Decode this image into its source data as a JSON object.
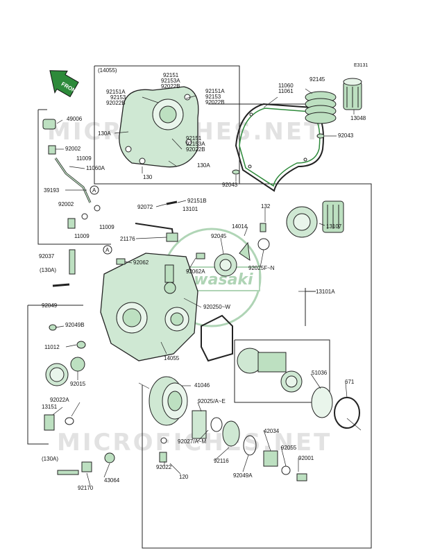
{
  "diagram_code": "E3131",
  "front_label": "FRONT",
  "watermark_text": "MICROFICHES.NET",
  "logo_text": "Kawasaki",
  "colors": {
    "part_green": "#2d8a3a",
    "outline": "#222222",
    "watermark": "#c8c8c8"
  },
  "labels": {
    "l14055_top": "(14055)",
    "l92151_a": "92151",
    "l92153A_a": "92153A",
    "l92022B_a": "92022B",
    "l92151A_left": "92151A",
    "l92153_left": "92153",
    "l92022B_left": "92022B",
    "l92151A_right": "92151A",
    "l92153_right": "92153",
    "l92022B_right": "92022B",
    "l130A_a": "130A",
    "l92151_b": "92151",
    "l92153A_b": "92153A",
    "l92022B_b": "92022B",
    "l130A_b": "130A",
    "l130": "130",
    "l11060": "11060",
    "l11061": "11061",
    "l92145": "92145",
    "l13048": "13048",
    "l92043_a": "92043",
    "l92043_b": "92043",
    "l49006": "49006",
    "l92002_a": "92002",
    "l11009_a": "11009",
    "l11060A": "11060A",
    "l39193": "39193",
    "lA_a": "A",
    "l92002_b": "92002",
    "l11009_b": "11009",
    "l11009_c": "11009",
    "l92072": "92072",
    "l92151B": "92151B",
    "l13101": "13101",
    "l132": "132",
    "l13107": "13107",
    "l14014": "14014",
    "l21176": "21176",
    "l92045": "92045",
    "l92025FN": "92025F~N",
    "lA_b": "A",
    "l92062": "92062",
    "l92062A": "92062A",
    "l92037": "92037",
    "l130A_c": "(130A)",
    "l13101A": "13101A",
    "l92049": "92049",
    "l92049B": "92049B",
    "l920250W": "920250~W",
    "l11012": "11012",
    "l14055": "14055",
    "l92015": "92015",
    "l51036": "51036",
    "l671": "671",
    "l41046": "41046",
    "l92022A": "92022A",
    "l13151": "13151",
    "l92025AE": "92025/A~E",
    "l42034": "42034",
    "l92027AM": "92027/A~M",
    "l92055": "92055",
    "l130A_d": "(130A)",
    "l92022": "92022",
    "l92116": "92116",
    "l92001": "92001",
    "l120": "120",
    "l92049A": "92049A",
    "l43064": "43064",
    "l92170": "92170"
  }
}
